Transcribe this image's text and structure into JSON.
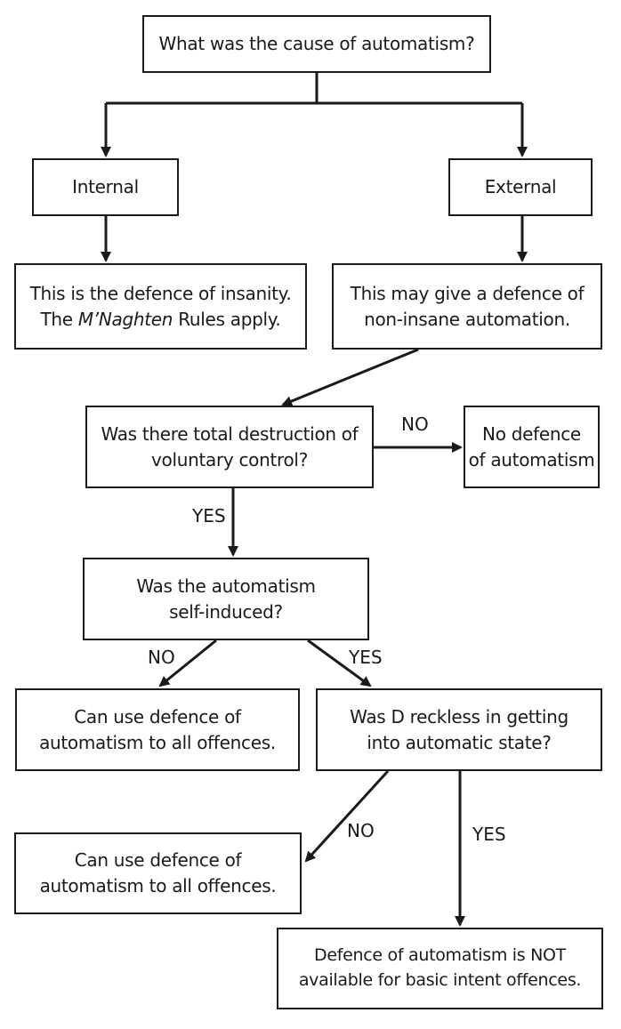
{
  "diagram": {
    "type": "flowchart",
    "nodes": {
      "cause": "What was the cause of automatism?",
      "internal": "Internal",
      "external": "External",
      "insanity": {
        "line1": "This is the defence of insanity.",
        "line2_prefix": "The ",
        "line2_case": "M’Naghten",
        "line2_suffix": " Rules apply."
      },
      "non_insane": {
        "line1": "This may give a defence of",
        "line2": "non-insane automation."
      },
      "total_destruction": {
        "line1": "Was there total destruction of",
        "line2": "voluntary control?"
      },
      "no_defence": {
        "line1": "No defence",
        "line2": "of automatism"
      },
      "self_induced": {
        "line1": "Was the automatism",
        "line2": "self-induced?"
      },
      "can_use_1": {
        "line1": "Can use defence of",
        "line2": "automatism to all offences."
      },
      "reckless": {
        "line1": "Was D reckless in getting",
        "line2": "into automatic state?"
      },
      "can_use_2": {
        "line1": "Can use defence of",
        "line2": "automatism to all offences."
      },
      "not_available": {
        "line1": "Defence of automatism is NOT",
        "line2": "available for basic intent offences."
      }
    },
    "edge_labels": {
      "destruction_no": "NO",
      "destruction_yes": "YES",
      "self_induced_no": "NO",
      "self_induced_yes": "YES",
      "reckless_no": "NO",
      "reckless_yes": "YES"
    }
  }
}
